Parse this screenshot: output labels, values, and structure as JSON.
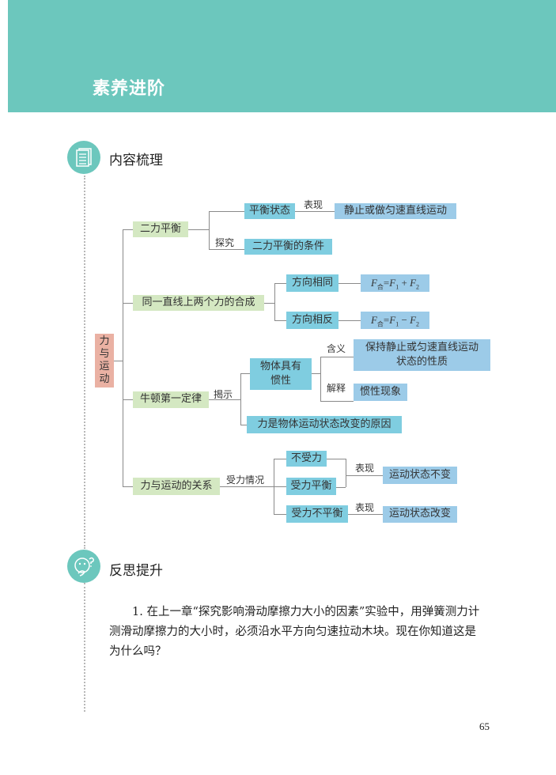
{
  "banner": {
    "title": "素养进阶",
    "color": "#6cc7bd"
  },
  "section1": {
    "title": "内容梳理",
    "icon": "document-icon"
  },
  "mindmap": {
    "root": "力与运动",
    "branches": [
      {
        "label": "二力平衡",
        "children": [
          {
            "label": "平衡状态",
            "edge": "表现",
            "leaf": "静止或做匀速直线运动"
          },
          {
            "edge": "探究",
            "label": "二力平衡的条件"
          }
        ]
      },
      {
        "label": "同一直线上两个力的合成",
        "children": [
          {
            "label": "方向相同",
            "formula": {
              "lhs": "F",
              "lhs_sub": "合",
              "eq": "=",
              "a": "F",
              "a_sub": "1",
              "op": "+",
              "b": "F",
              "b_sub": "2"
            }
          },
          {
            "label": "方向相反",
            "formula": {
              "lhs": "F",
              "lhs_sub": "合",
              "eq": "=",
              "a": "F",
              "a_sub": "1",
              "op": "−",
              "b": "F",
              "b_sub": "2"
            }
          }
        ]
      },
      {
        "label": "牛顿第一定律",
        "edge": "揭示",
        "children": [
          {
            "label_line1": "物体具有",
            "label_line2": "惯性",
            "sub": [
              {
                "edge": "含义",
                "line1": "保持静止或匀速直线运动",
                "line2": "状态的性质"
              },
              {
                "edge": "解释",
                "label": "惯性现象"
              }
            ]
          },
          {
            "label": "力是物体运动状态改变的原因"
          }
        ]
      },
      {
        "label": "力与运动的关系",
        "edge": "受力情况",
        "children": [
          {
            "label": "不受力"
          },
          {
            "label": "受力平衡"
          },
          {
            "label": "受力不平衡"
          }
        ],
        "outcomes": [
          {
            "edge": "表现",
            "label": "运动状态不变"
          },
          {
            "edge": "表现",
            "label": "运动状态改变"
          }
        ]
      }
    ]
  },
  "section2": {
    "title": "反思提升",
    "icon": "thinking-face-icon"
  },
  "question": {
    "text": "1. 在上一章“探究影响滑动摩擦力大小的因素”实验中，用弹簧测力计测滑动摩擦力的大小时，必须沿水平方向匀速拉动木块。现在你知道这是为什么吗？"
  },
  "page_number": "65"
}
